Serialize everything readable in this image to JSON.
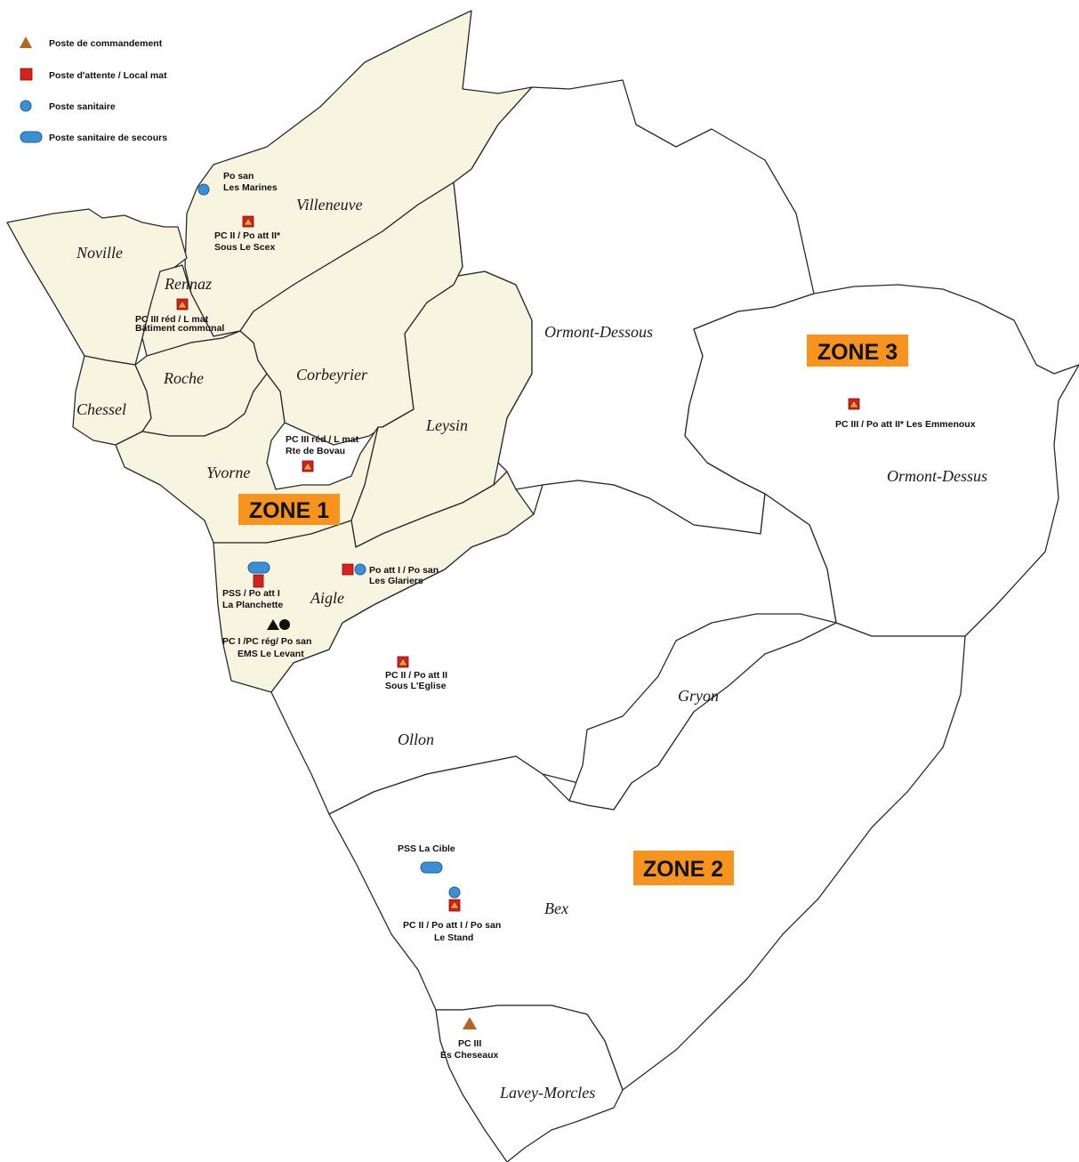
{
  "colors": {
    "zone1_fill": "#f7f4e0",
    "other_fill": "#ffffff",
    "border": "#2a2a2a",
    "zone_badge": "#f7941d",
    "commandement": "#b5651d",
    "attente": "#d92020",
    "sanitaire": "#3b8fd6"
  },
  "legend": {
    "commandement": "Poste de commandement",
    "attente": "Poste d'attente / Local mat",
    "sanitaire": "Poste sanitaire",
    "secours": "Poste sanitaire de secours"
  },
  "zones": {
    "zone1": "ZONE 1",
    "zone2": "ZONE 2",
    "zone3": "ZONE 3"
  },
  "communes": {
    "noville": "Noville",
    "rennaz": "Rennaz",
    "villeneuve": "Villeneuve",
    "roche": "Roche",
    "chessel": "Chessel",
    "corbeyrier": "Corbeyrier",
    "yvorne": "Yvorne",
    "leysin": "Leysin",
    "ormont_dessous": "Ormont-Dessous",
    "ormont_dessus": "Ormont-Dessus",
    "aigle": "Aigle",
    "ollon": "Ollon",
    "gryon": "Gryon",
    "bex": "Bex",
    "lavey": "Lavey-Morcles"
  },
  "postes": {
    "marines": [
      "Po san",
      "Les Marines"
    ],
    "scex": [
      "PC II / Po att II*",
      "Sous Le Scex"
    ],
    "rennaz": [
      "PC III réd / L mat",
      "Bâtiment communal"
    ],
    "bovau": [
      "PC III réd / L mat",
      "Rte de Bovau"
    ],
    "emmenoux": [
      "PC III / Po att II* Les Emmenoux"
    ],
    "glariers": [
      "Po att I / Po san",
      "Les Glariers"
    ],
    "planchette": [
      "PSS / Po att I",
      "La Planchette"
    ],
    "levant": [
      "PC I /PC rég/ Po san",
      "EMS Le Levant"
    ],
    "eglise": [
      "PC II / Po att II",
      "Sous L'Eglise"
    ],
    "cible": [
      "PSS La Cible"
    ],
    "stand": [
      "PC II / Po att I / Po san",
      "Le Stand"
    ],
    "cheseaux": [
      "PC III",
      "Es Cheseaux"
    ]
  }
}
